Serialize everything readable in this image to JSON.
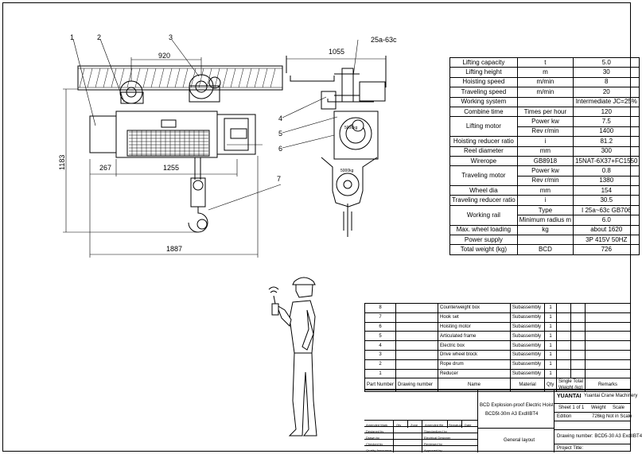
{
  "front_view": {
    "dim_width_920": "920",
    "dim_height_1183": "1183",
    "dim_267": "267",
    "dim_1255": "1255",
    "dim_1887": "1887",
    "balloons": [
      "1",
      "2",
      "3",
      "4",
      "5",
      "6",
      "7"
    ]
  },
  "side_view": {
    "dim_1055": "1055",
    "rail_label": "25a-63c",
    "load_label_1": "5000kg",
    "load_label_2": "5000kg"
  },
  "specs": [
    {
      "name": "Lifting capacity",
      "unit": "t",
      "value": "5.0"
    },
    {
      "name": "Lifting height",
      "unit": "m",
      "value": "30"
    },
    {
      "name": "Hoisting speed",
      "unit": "m/min",
      "value": "8"
    },
    {
      "name": "Traveling speed",
      "unit": "m/min",
      "value": "20"
    },
    {
      "name": "Working system",
      "unit": "",
      "value": "Intermediate JC=25%"
    },
    {
      "name": "Combine time",
      "unit": "Times per hour",
      "value": "120"
    },
    {
      "name": "Reducer ratio",
      "unit": "i",
      "value": "81.2"
    },
    {
      "name": "Reel diameter",
      "unit": "mm",
      "value": "300"
    },
    {
      "name": "Wirerope",
      "unit": "GB8918",
      "value": "15NAT-6X37+FC1550"
    },
    {
      "name": "Wheel dia",
      "unit": "mm",
      "value": "154"
    },
    {
      "name": "Traveling reducer ratio",
      "unit": "i",
      "value": "30.5"
    },
    {
      "name": "Max. wheel loading",
      "unit": "kg",
      "value": "about 1620"
    },
    {
      "name": "Power supply",
      "unit": "",
      "value": "3P 415V 50HZ"
    },
    {
      "name": "Total weight (kg)",
      "unit": "BCD",
      "value": "726"
    }
  ],
  "lifting_motor": {
    "name": "Lifting motor",
    "power_label": "Power",
    "power_unit": "kw",
    "power_value": "7.5",
    "rev_label": "Rev",
    "rev_unit": "r/min",
    "rev_value": "1400"
  },
  "traveling_motor": {
    "name": "Traveling motor",
    "power_label": "Power",
    "power_unit": "kw",
    "power_value": "0.8",
    "rev_label": "Rev",
    "rev_unit": "r/min",
    "rev_value": "1380"
  },
  "working_rail": {
    "name": "Working rail",
    "type_label": "Type",
    "type_value": "I 25a~63c GB706",
    "radius_label": "Minimum radius",
    "radius_unit": "m",
    "radius_value": "6.0"
  },
  "hoisting_reducer_name": "Hoisting reducer ratio",
  "parts": [
    {
      "no": "8",
      "name": "Counterweight box",
      "kind": "Subassembly",
      "qty": "1"
    },
    {
      "no": "7",
      "name": "Hook set",
      "kind": "Subassembly",
      "qty": "1"
    },
    {
      "no": "6",
      "name": "Hoisting motor",
      "kind": "Subassembly",
      "qty": "1"
    },
    {
      "no": "5",
      "name": "Articulated frame",
      "kind": "Subassembly",
      "qty": "1"
    },
    {
      "no": "4",
      "name": "Electric box",
      "kind": "Subassembly",
      "qty": "1"
    },
    {
      "no": "3",
      "name": "Drive wheel block",
      "kind": "Subassembly",
      "qty": "1"
    },
    {
      "no": "2",
      "name": "Rope drum",
      "kind": "Subassembly",
      "qty": "1"
    },
    {
      "no": "1",
      "name": "Reducer",
      "kind": "Subassembly",
      "qty": "1"
    }
  ],
  "parts_header": {
    "no": "Part Number",
    "drawing": "Drawing number",
    "name": "Name",
    "material": "Material",
    "qty": "Qty",
    "single": "Single",
    "total": "Total",
    "weight": "Weight (kg)",
    "remarks": "Remarks"
  },
  "title_block": {
    "product_line1": "BCD Explosion-proof Electric Hoist",
    "product_line2": "BCD5t-30m A3 ExdIIBT4",
    "company": "Yuantai Crane Machinery",
    "logo": "YUANTAI",
    "sheet": "Sheet 1 of 1",
    "weight_label": "Weight",
    "scale_label": "Scale",
    "edition_label": "Edition",
    "weight_value": "726kg",
    "scale_value": "Not in Scale",
    "drawing_number": "Drawing number: BCD5-30 A3 ExdIIBT4",
    "project_title": "Project Title:",
    "general_layout": "General layout",
    "amended_mark": "Amended Mark",
    "qty": "Qty",
    "zone": "Zone",
    "amended_file": "Amended file",
    "signature": "Signature",
    "date": "Date",
    "designed_by": "Designed by",
    "drawn_by": "Drawn by",
    "checked_by": "Checked by",
    "quality": "Quality Assurance",
    "standardized": "Standardized by",
    "electrical": "Electrical Designer",
    "reviewed": "Reviewed by",
    "approved": "Approved by"
  }
}
